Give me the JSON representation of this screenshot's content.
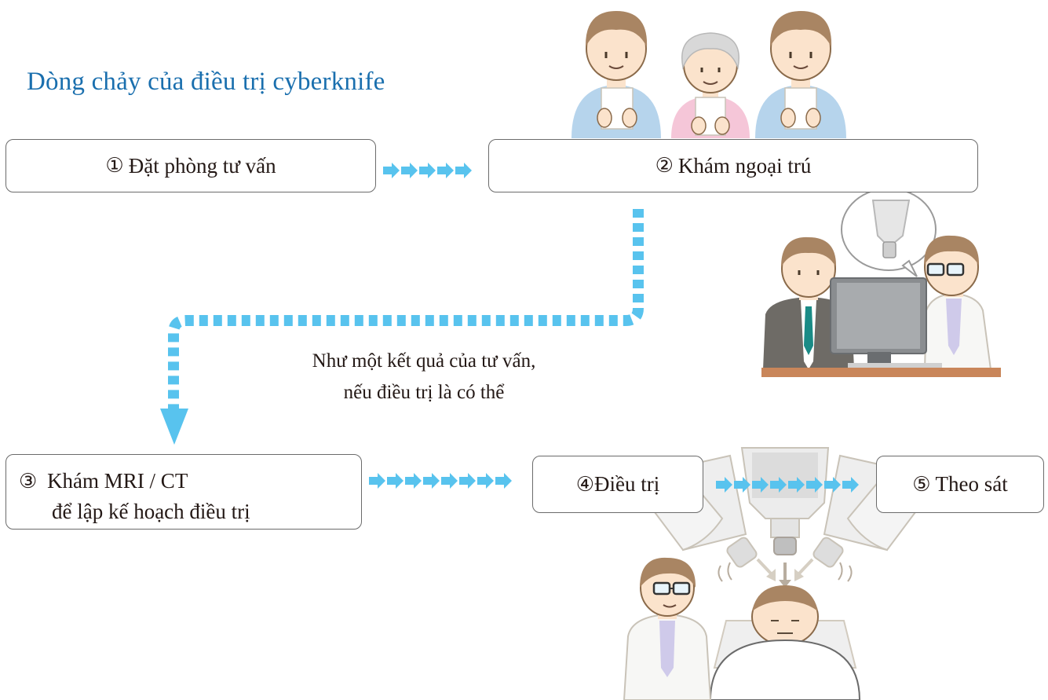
{
  "title": "Dòng chảy của điều trị cyberknife",
  "steps": [
    {
      "num": "①",
      "label": "Đặt phòng tư vấn"
    },
    {
      "num": "②",
      "label": "Khám ngoại trú"
    },
    {
      "num": "③",
      "line1": "Khám MRI / CT",
      "line2": "để lập kế hoạch điều trị"
    },
    {
      "num": "④",
      "label": "Điều trị"
    },
    {
      "num": "⑤",
      "label": "Theo sát"
    }
  ],
  "note": {
    "line1": "Như một kết quả của tư vấn,",
    "line2": "nếu điều trị là có thể"
  },
  "colors": {
    "title": "#1a6fae",
    "arrow": "#58c3ee",
    "box_border": "#6b6b6b"
  },
  "illustrations": [
    "patients-holding-papers",
    "doctors-at-computer",
    "doctor",
    "cyberknife-machine",
    "patient-on-table"
  ]
}
